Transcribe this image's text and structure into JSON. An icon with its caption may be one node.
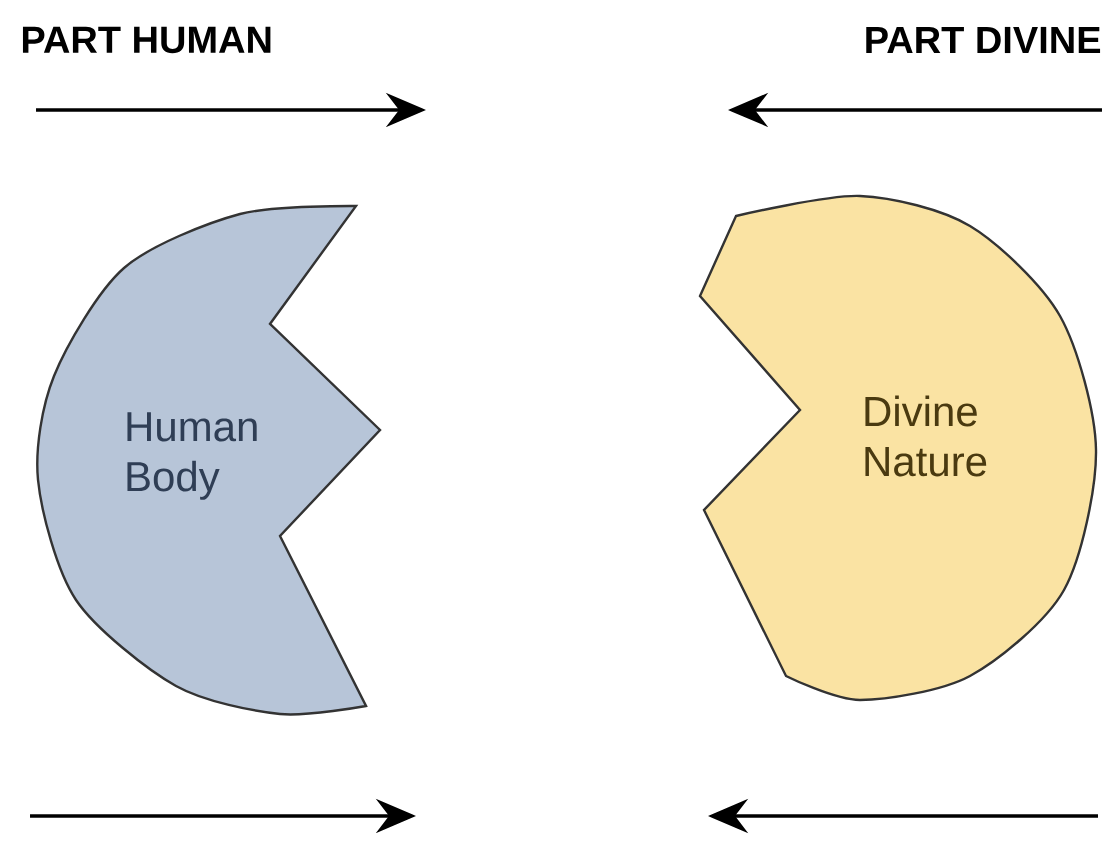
{
  "diagram": {
    "nodes": [
      {
        "text": [
          "Human Body"
        ]
      },
      {
        "text": [
          "Divine Nature"
        ]
      }
    ],
    "labels": [
      "PART HUMAN",
      "PART DIVINE"
    ]
  }
}
